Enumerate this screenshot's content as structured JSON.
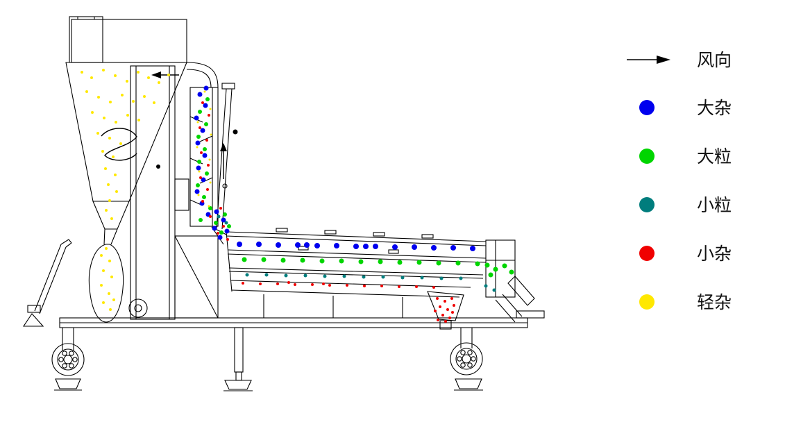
{
  "palette": {
    "blue": "#0000ee",
    "green": "#00d500",
    "teal": "#007d7d",
    "red": "#f00000",
    "yellow": "#ffe800",
    "line": "#000000",
    "background": "#ffffff"
  },
  "legend": {
    "wind": {
      "label": "风向",
      "symbol": "right-arrow"
    },
    "items": [
      {
        "label": "大杂",
        "color_key": "blue"
      },
      {
        "label": "大粒",
        "color_key": "green"
      },
      {
        "label": "小粒",
        "color_key": "teal"
      },
      {
        "label": "小杂",
        "color_key": "red"
      },
      {
        "label": "轻杂",
        "color_key": "yellow"
      }
    ]
  },
  "machine": {
    "dot_groups": [
      {
        "name": "light-impurity-in-cyclone",
        "color_key": "yellow",
        "r": 2,
        "points": [
          [
            118,
            104
          ],
          [
            132,
            112
          ],
          [
            149,
            101
          ],
          [
            166,
            109
          ],
          [
            183,
            117
          ],
          [
            199,
            104
          ],
          [
            214,
            112
          ],
          [
            229,
            119
          ],
          [
            243,
            108
          ],
          [
            125,
            132
          ],
          [
            142,
            140
          ],
          [
            159,
            147
          ],
          [
            176,
            137
          ],
          [
            192,
            146
          ],
          [
            208,
            139
          ],
          [
            222,
            148
          ],
          [
            133,
            162
          ],
          [
            150,
            170
          ],
          [
            167,
            176
          ],
          [
            184,
            166
          ],
          [
            200,
            173
          ],
          [
            141,
            192
          ],
          [
            158,
            199
          ],
          [
            174,
            207
          ],
          [
            148,
            218
          ],
          [
            163,
            226
          ],
          [
            152,
            243
          ],
          [
            166,
            252
          ],
          [
            156,
            266
          ],
          [
            168,
            276
          ],
          [
            158,
            289
          ],
          [
            153,
            303
          ],
          [
            161,
            315
          ]
        ]
      },
      {
        "name": "light-impurity-in-bag",
        "color_key": "yellow",
        "r": 2,
        "points": [
          [
            146,
            368
          ],
          [
            158,
            376
          ],
          [
            149,
            390
          ],
          [
            161,
            399
          ],
          [
            146,
            411
          ],
          [
            157,
            423
          ],
          [
            149,
            436
          ],
          [
            159,
            446
          ],
          [
            153,
            358
          ],
          [
            164,
            432
          ]
        ]
      },
      {
        "name": "large-impurity-in-air-column",
        "color_key": "blue",
        "r": 3.5,
        "points": [
          [
            288,
            136
          ],
          [
            296,
            152
          ],
          [
            283,
            170
          ],
          [
            292,
            188
          ],
          [
            285,
            206
          ],
          [
            295,
            224
          ],
          [
            286,
            242
          ],
          [
            293,
            259
          ],
          [
            284,
            276
          ],
          [
            291,
            293
          ],
          [
            300,
            309
          ],
          [
            297,
            127
          ]
        ]
      },
      {
        "name": "large-grain-in-air-column",
        "color_key": "green",
        "r": 3,
        "points": [
          [
            299,
            143
          ],
          [
            288,
            161
          ],
          [
            297,
            179
          ],
          [
            286,
            197
          ],
          [
            295,
            215
          ],
          [
            287,
            233
          ],
          [
            298,
            250
          ],
          [
            285,
            267
          ],
          [
            294,
            284
          ],
          [
            303,
            300
          ],
          [
            289,
            317
          ]
        ]
      },
      {
        "name": "small-impurity-in-air-column",
        "color_key": "red",
        "r": 2,
        "points": [
          [
            292,
            148
          ],
          [
            301,
            166
          ],
          [
            288,
            184
          ],
          [
            298,
            202
          ],
          [
            290,
            220
          ],
          [
            300,
            238
          ],
          [
            289,
            256
          ],
          [
            299,
            273
          ],
          [
            292,
            290
          ],
          [
            303,
            312
          ]
        ]
      },
      {
        "name": "light-impurity-in-air-column",
        "color_key": "yellow",
        "r": 1.5,
        "points": [
          [
            295,
            132
          ],
          [
            303,
            157
          ],
          [
            285,
            176
          ],
          [
            304,
            194
          ],
          [
            284,
            212
          ],
          [
            302,
            230
          ],
          [
            287,
            247
          ],
          [
            303,
            263
          ],
          [
            286,
            281
          ],
          [
            301,
            297
          ]
        ]
      },
      {
        "name": "large-impurity-falling",
        "color_key": "blue",
        "r": 3.5,
        "points": [
          [
            312,
            305
          ],
          [
            322,
            317
          ],
          [
            309,
            329
          ],
          [
            327,
            333
          ],
          [
            317,
            342
          ]
        ]
      },
      {
        "name": "large-grain-falling",
        "color_key": "green",
        "r": 3,
        "points": [
          [
            324,
            309
          ],
          [
            311,
            321
          ],
          [
            330,
            326
          ],
          [
            319,
            335
          ]
        ]
      },
      {
        "name": "small-impurity-falling",
        "color_key": "red",
        "r": 2,
        "points": [
          [
            318,
            300
          ],
          [
            314,
            336
          ],
          [
            328,
            345
          ],
          [
            322,
            326
          ]
        ]
      },
      {
        "name": "small-grain-falling",
        "color_key": "teal",
        "r": 2.5,
        "points": [
          [
            315,
            312
          ],
          [
            326,
            321
          ]
        ]
      },
      {
        "name": "large-impurity-on-top-screen",
        "color_key": "blue",
        "r": 4,
        "points": [
          [
            345,
            352
          ],
          [
            373,
            352
          ],
          [
            401,
            353
          ],
          [
            429,
            353
          ],
          [
            457,
            354
          ],
          [
            485,
            354
          ],
          [
            513,
            355
          ],
          [
            541,
            355
          ],
          [
            569,
            356
          ],
          [
            597,
            356
          ],
          [
            625,
            357
          ],
          [
            653,
            357
          ],
          [
            681,
            358
          ],
          [
            442,
            353
          ],
          [
            527,
            355
          ]
        ]
      },
      {
        "name": "large-grain-on-second-screen",
        "color_key": "green",
        "r": 3.5,
        "points": [
          [
            352,
            374
          ],
          [
            380,
            374
          ],
          [
            408,
            375
          ],
          [
            436,
            375
          ],
          [
            464,
            376
          ],
          [
            492,
            376
          ],
          [
            520,
            377
          ],
          [
            548,
            377
          ],
          [
            576,
            378
          ],
          [
            604,
            378
          ],
          [
            632,
            379
          ],
          [
            660,
            379
          ],
          [
            688,
            380
          ],
          [
            702,
            382
          ],
          [
            714,
            388
          ],
          [
            727,
            383
          ],
          [
            737,
            392
          ],
          [
            707,
            396
          ]
        ]
      },
      {
        "name": "small-grain-on-third-screen",
        "color_key": "teal",
        "r": 2.5,
        "points": [
          [
            356,
            396
          ],
          [
            384,
            396
          ],
          [
            412,
            397
          ],
          [
            440,
            397
          ],
          [
            468,
            398
          ],
          [
            496,
            398
          ],
          [
            524,
            399
          ],
          [
            552,
            399
          ],
          [
            580,
            400
          ],
          [
            608,
            400
          ],
          [
            636,
            401
          ],
          [
            664,
            401
          ],
          [
            700,
            412
          ],
          [
            712,
            418
          ]
        ]
      },
      {
        "name": "small-impurity-on-bottom-screen",
        "color_key": "red",
        "r": 2,
        "points": [
          [
            350,
            408
          ],
          [
            375,
            409
          ],
          [
            400,
            409
          ],
          [
            425,
            410
          ],
          [
            450,
            410
          ],
          [
            475,
            411
          ],
          [
            500,
            411
          ],
          [
            525,
            412
          ],
          [
            550,
            412
          ],
          [
            575,
            413
          ],
          [
            600,
            413
          ],
          [
            625,
            414
          ],
          [
            416,
            407
          ],
          [
            466,
            409
          ]
        ]
      },
      {
        "name": "small-impurity-in-hopper",
        "color_key": "red",
        "r": 2,
        "points": [
          [
            630,
            430
          ],
          [
            641,
            434
          ],
          [
            651,
            430
          ],
          [
            634,
            442
          ],
          [
            645,
            446
          ],
          [
            638,
            454
          ],
          [
            648,
            458
          ],
          [
            631,
            461
          ],
          [
            642,
            463
          ],
          [
            652,
            450
          ],
          [
            627,
            448
          ],
          [
            654,
            440
          ]
        ]
      }
    ]
  }
}
